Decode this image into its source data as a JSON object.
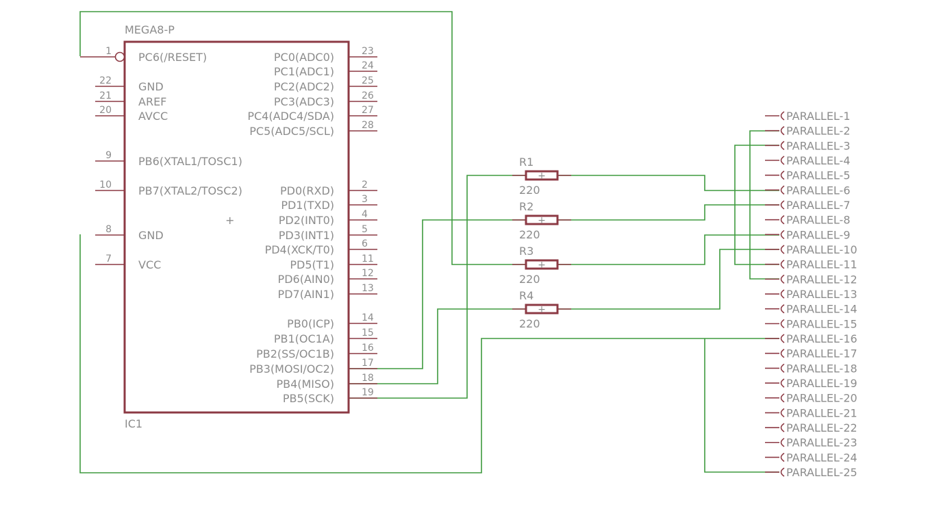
{
  "chip": {
    "name": "MEGA8-P",
    "ref": "IC1",
    "left_pins": [
      {
        "num": "1",
        "label": "PC6(/RESET)"
      },
      {
        "num": "22",
        "label": "GND"
      },
      {
        "num": "21",
        "label": "AREF"
      },
      {
        "num": "20",
        "label": "AVCC"
      },
      {
        "num": "9",
        "label": "PB6(XTAL1/TOSC1)"
      },
      {
        "num": "10",
        "label": "PB7(XTAL2/TOSC2)"
      },
      {
        "num": "8",
        "label": "GND"
      },
      {
        "num": "7",
        "label": "VCC"
      }
    ],
    "right_pins": [
      {
        "num": "23",
        "label": "PC0(ADC0)"
      },
      {
        "num": "24",
        "label": "PC1(ADC1)"
      },
      {
        "num": "25",
        "label": "PC2(ADC2)"
      },
      {
        "num": "26",
        "label": "PC3(ADC3)"
      },
      {
        "num": "27",
        "label": "PC4(ADC4/SDA)"
      },
      {
        "num": "28",
        "label": "PC5(ADC5/SCL)"
      },
      {
        "num": "2",
        "label": "PD0(RXD)"
      },
      {
        "num": "3",
        "label": "PD1(TXD)"
      },
      {
        "num": "4",
        "label": "PD2(INT0)"
      },
      {
        "num": "5",
        "label": "PD3(INT1)"
      },
      {
        "num": "6",
        "label": "PD4(XCK/T0)"
      },
      {
        "num": "11",
        "label": "PD5(T1)"
      },
      {
        "num": "12",
        "label": "PD6(AIN0)"
      },
      {
        "num": "13",
        "label": "PD7(AIN1)"
      },
      {
        "num": "14",
        "label": "PB0(ICP)"
      },
      {
        "num": "15",
        "label": "PB1(OC1A)"
      },
      {
        "num": "16",
        "label": "PB2(SS/OC1B)"
      },
      {
        "num": "17",
        "label": "PB3(MOSI/OC2)"
      },
      {
        "num": "18",
        "label": "PB4(MISO)"
      },
      {
        "num": "19",
        "label": "PB5(SCK)"
      }
    ]
  },
  "resistors": [
    {
      "ref": "R1",
      "value": "220"
    },
    {
      "ref": "R2",
      "value": "220"
    },
    {
      "ref": "R3",
      "value": "220"
    },
    {
      "ref": "R4",
      "value": "220"
    }
  ],
  "connector": {
    "pins": [
      "PARALLEL-1",
      "PARALLEL-2",
      "PARALLEL-3",
      "PARALLEL-4",
      "PARALLEL-5",
      "PARALLEL-6",
      "PARALLEL-7",
      "PARALLEL-8",
      "PARALLEL-9",
      "PARALLEL-10",
      "PARALLEL-11",
      "PARALLEL-12",
      "PARALLEL-13",
      "PARALLEL-14",
      "PARALLEL-15",
      "PARALLEL-16",
      "PARALLEL-17",
      "PARALLEL-18",
      "PARALLEL-19",
      "PARALLEL-20",
      "PARALLEL-21",
      "PARALLEL-22",
      "PARALLEL-23",
      "PARALLEL-24",
      "PARALLEL-25"
    ]
  },
  "colors": {
    "part": "#8c3a44",
    "wire": "#3e9a3e",
    "text": "#8c8c8c"
  }
}
